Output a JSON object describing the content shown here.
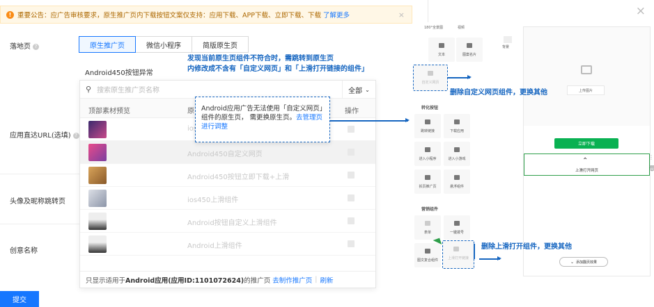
{
  "notice": {
    "text": "重要公告：应广告审核要求，原生推广页内下载按钮文案仅支持：应用下载、APP下载、立即下载、下载",
    "link": "了解更多",
    "close": "×"
  },
  "form": {
    "landing_label": "落地页",
    "tabs": [
      "原生推广页",
      "微信小程序",
      "简版原生页"
    ],
    "selected_value": "Android450按钮异常",
    "direct_url_label": "应用直达URL(选填)",
    "avatar_label": "头像及昵称跳转页",
    "creative_label": "创意名称",
    "submit": "提交"
  },
  "dropdown": {
    "search_placeholder": "搜索原生推广页名称",
    "filter": "全部",
    "columns": [
      "顶部素材预览",
      "原",
      "操作"
    ],
    "rows": [
      {
        "name": "ios"
      },
      {
        "name": "Android450自定义网页"
      },
      {
        "name": "Android450按钮立即下载+上滑"
      },
      {
        "name": "ios450上滑组件"
      },
      {
        "name": "Android按钮自定义上滑组件"
      },
      {
        "name": "Android上滑组件"
      }
    ],
    "footer_prefix": "只显示适用于",
    "footer_bold": "Android应用(应用ID:1101072624)",
    "footer_suffix": "的推广页",
    "footer_link1": "去制作推广页",
    "footer_link2": "刷新"
  },
  "tooltip": {
    "text": "Android应用广告无法使用「自定义网页」组件的原生页， 需更换原生页。",
    "link": "去管理页进行调整"
  },
  "annotations": {
    "top_line1": "发现当前原生页组件不符合时，需跳转到原生页",
    "top_line2": "内修改成不含有「自定义网页」和「上滑打开链接的组件」",
    "remove_custom": "删除自定义网页组件，更换其他",
    "remove_slide": "删除上滑打开组件，更换其他"
  },
  "editor": {
    "close": "×",
    "top_items": [
      "180°全景图",
      "视频"
    ],
    "basic_items": [
      "文本",
      "图案名片",
      "自定义网页"
    ],
    "section_convert": "转化按钮",
    "convert_items": [
      "跳转链接",
      "下载应用",
      "进入小程序",
      "进入小游戏",
      "拆页推广页",
      "悬浮组件"
    ],
    "section_marketing": "营销组件",
    "marketing_items": [
      "表单",
      "一键拨号",
      "图文复合组件",
      "上滑打开链接"
    ],
    "bg_label": "背景",
    "upload_label": "上传图片",
    "download_btn": "立即下载",
    "slide_label": "上滑打开网页",
    "add_flip": "添加翻页效果"
  }
}
